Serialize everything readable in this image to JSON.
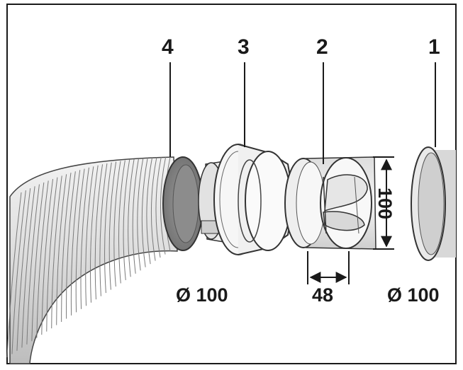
{
  "callouts": [
    "4",
    "3",
    "2",
    "1"
  ],
  "dimensions": {
    "hose_diameter": "Ø 100",
    "outlet_diameter": "Ø 100",
    "valve_length": "48",
    "valve_height": "100"
  }
}
